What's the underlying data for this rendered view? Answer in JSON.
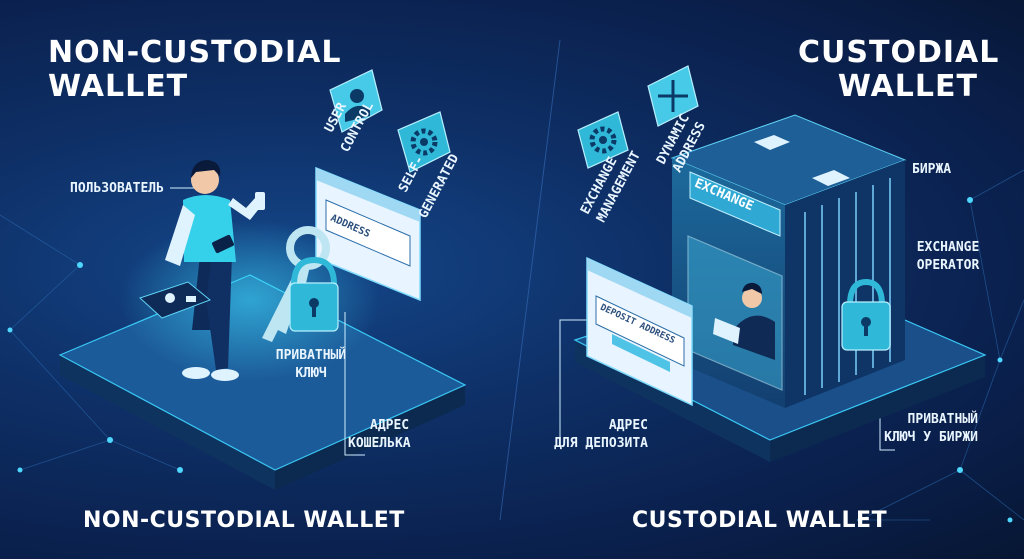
{
  "left": {
    "title_line1": "NON-CUSTODIAL",
    "title_line2": "WALLET",
    "bottom_title": "NON-CUSTODIAL WALLET",
    "user_label": "ПОЛЬЗОВАТЕЛЬ",
    "user_control_line1": "USER",
    "user_control_line2": "CONTROL",
    "self_generated_line1": "SELF-",
    "self_generated_line2": "GENERATED",
    "address_field": "ADDRESS",
    "private_key_line1": "ПРИВАТНЫЙ",
    "private_key_line2": "КЛЮЧ",
    "wallet_address_line1": "АДРЕС",
    "wallet_address_line2": "КОШЕЛЬКА"
  },
  "right": {
    "title_line1": "CUSTODIAL",
    "title_line2": "WALLET",
    "bottom_title": "CUSTODIAL WALLET",
    "exchange_management_line1": "EXCHANGE",
    "exchange_management_line2": "MANAGEMENT",
    "dynamic_address_line1": "DYNAMIC",
    "dynamic_address_line2": "ADDRESS",
    "exchange_sign": "EXCHANGE",
    "exchange_label": "БИРЖА",
    "exchange_operator_line1": "EXCHANGE",
    "exchange_operator_line2": "OPERATOR",
    "deposit_address_field": "DEPOSIT ADDRESS",
    "deposit_address_line1": "АДРЕС",
    "deposit_address_line2": "ДЛЯ ДЕПОЗИТА",
    "exchange_private_key_line1": "ПРИВАТНЫЙ",
    "exchange_private_key_line2": "КЛЮЧ У БИРЖИ"
  },
  "colors": {
    "background": "#0b1f4a",
    "accent_cyan": "#35d6ff",
    "platform": "#1a4f8a",
    "text": "#ffffff"
  }
}
